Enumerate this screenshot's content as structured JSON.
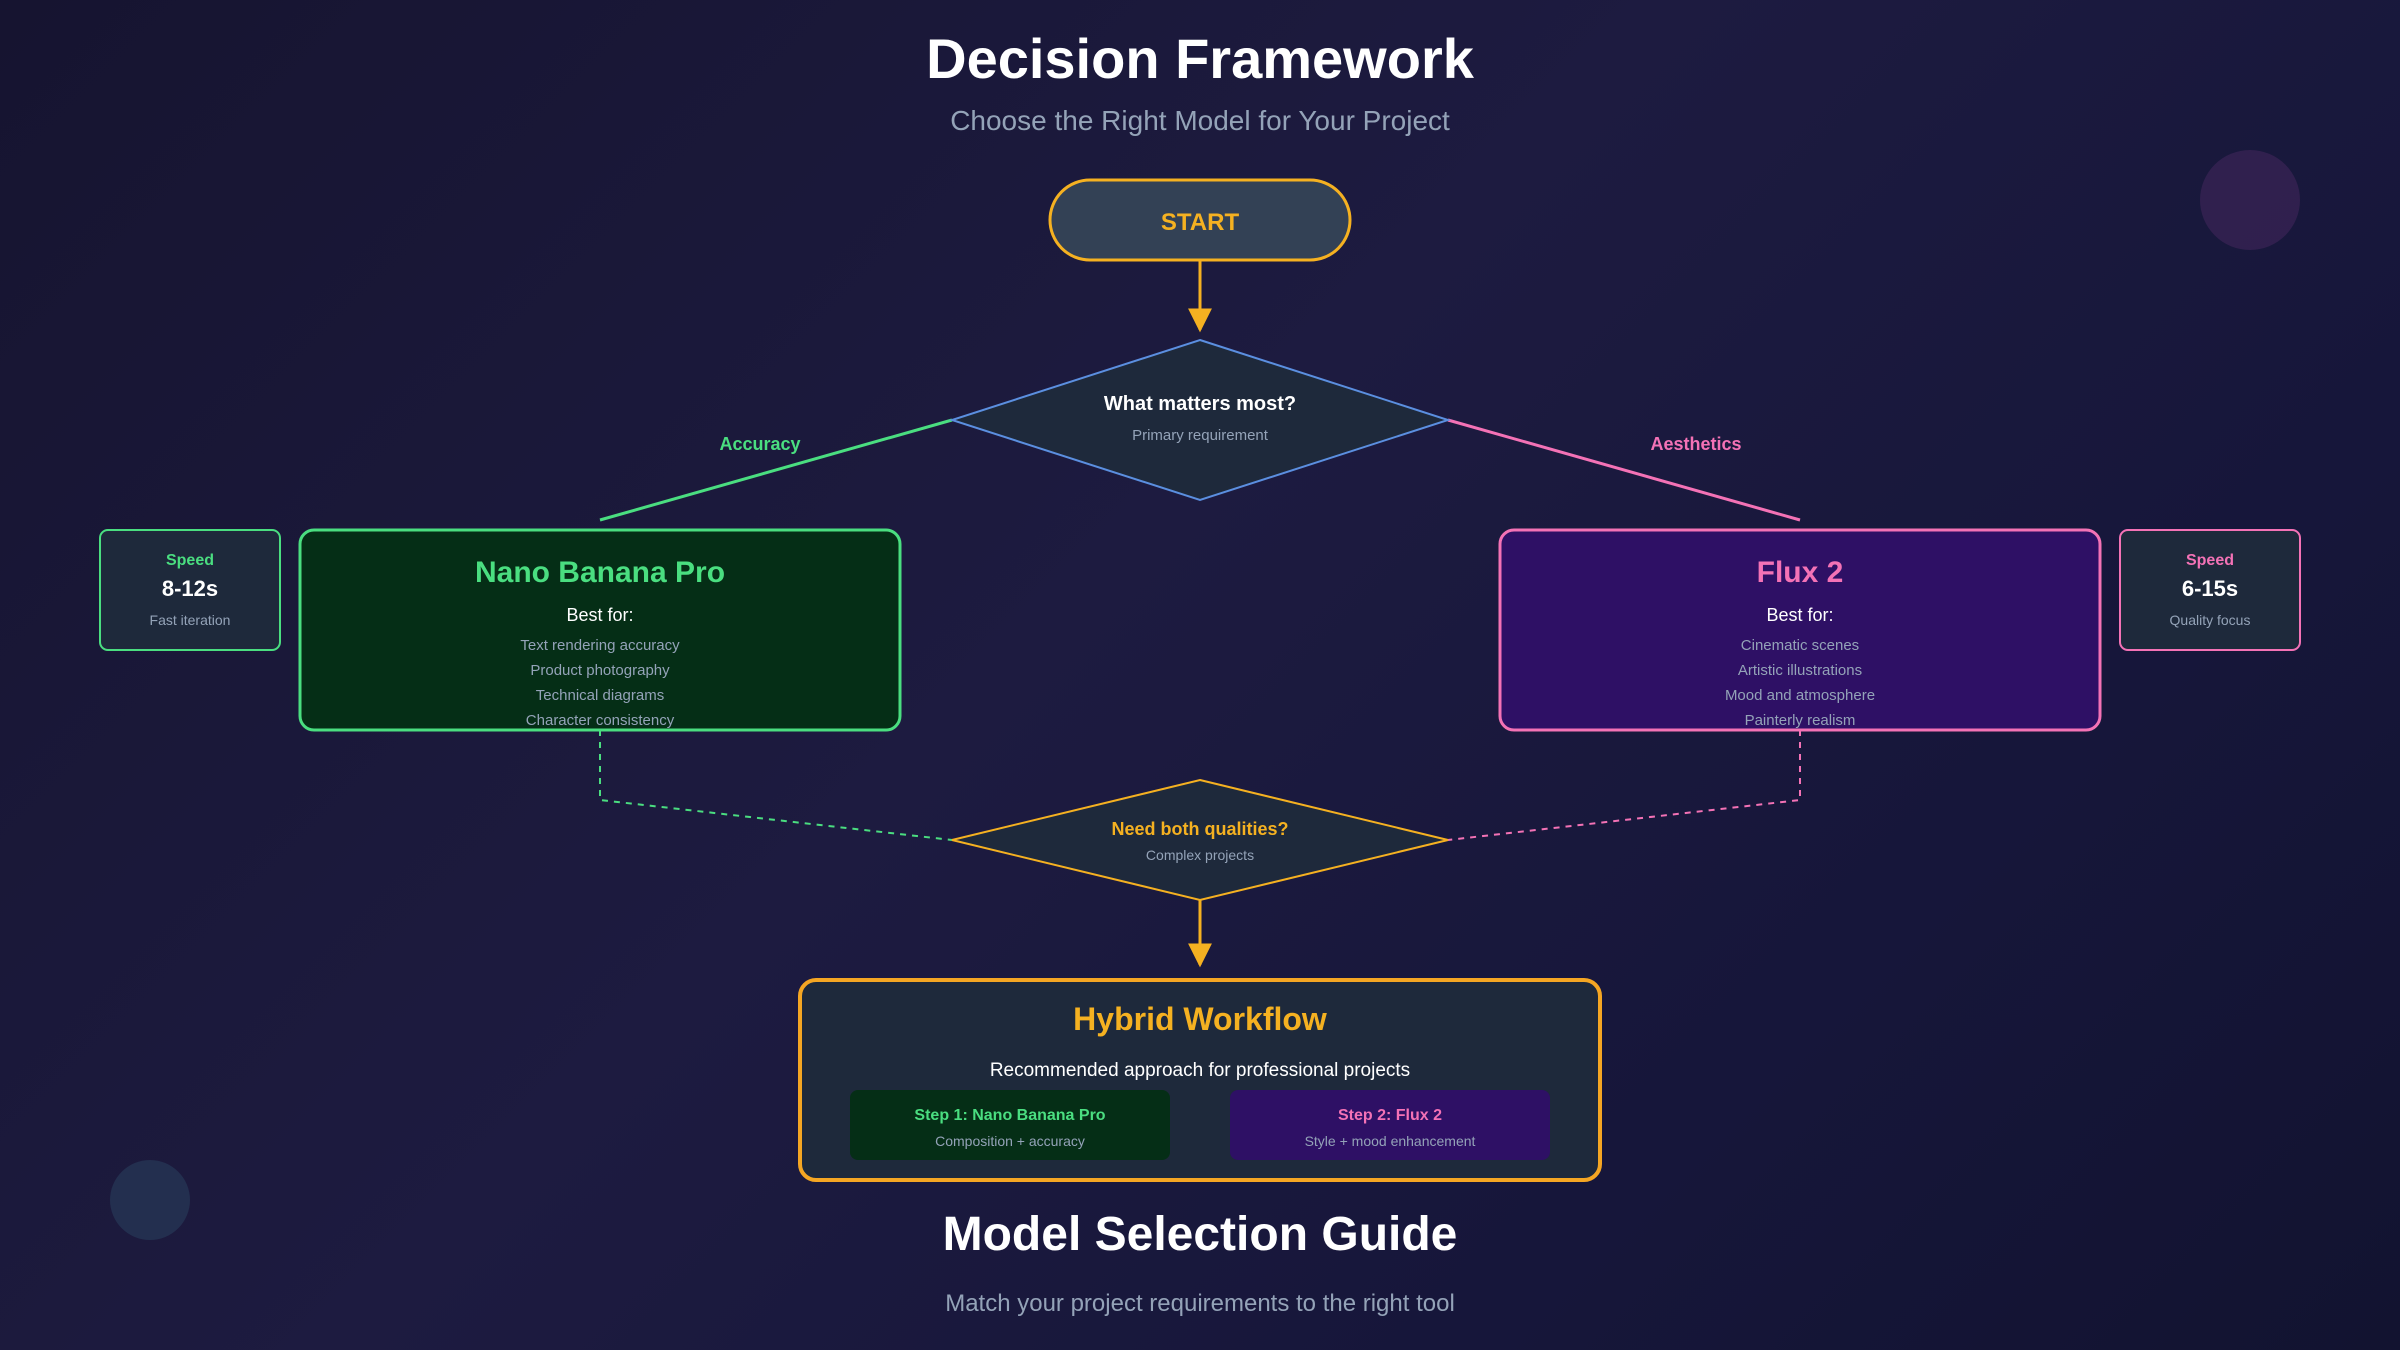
{
  "header": {
    "title": "Decision Framework",
    "subtitle": "Choose the Right Model for Your Project"
  },
  "start": {
    "label": "START"
  },
  "decision1": {
    "question": "What matters most?",
    "caption": "Primary requirement"
  },
  "branch_left": {
    "label": "Accuracy"
  },
  "branch_right": {
    "label": "Aesthetics"
  },
  "left_model": {
    "name": "Nano Banana Pro",
    "best_for_label": "Best for:",
    "items": [
      "Text rendering accuracy",
      "Product photography",
      "Technical diagrams",
      "Character consistency"
    ],
    "speed": {
      "label": "Speed",
      "value": "8-12s",
      "note": "Fast iteration"
    }
  },
  "right_model": {
    "name": "Flux 2",
    "best_for_label": "Best for:",
    "items": [
      "Cinematic scenes",
      "Artistic illustrations",
      "Mood and atmosphere",
      "Painterly realism"
    ],
    "speed": {
      "label": "Speed",
      "value": "6-15s",
      "note": "Quality focus"
    }
  },
  "decision2": {
    "question": "Need both qualities?",
    "caption": "Complex projects"
  },
  "hybrid": {
    "title": "Hybrid Workflow",
    "subtitle": "Recommended approach for professional projects",
    "steps": [
      {
        "title": "Step 1: Nano Banana Pro",
        "caption": "Composition + accuracy"
      },
      {
        "title": "Step 2: Flux 2",
        "caption": "Style + mood enhancement"
      }
    ]
  },
  "footer": {
    "title": "Model Selection Guide",
    "subtitle": "Match your project requirements to the right tool"
  },
  "colors": {
    "orange": "#f5b121",
    "green": "#4ade80",
    "pink": "#f472b6",
    "blue": "#5b8fe0",
    "green_fill": "#052e16",
    "purple_fill": "#2e1065",
    "slate_fill": "#1e293b"
  }
}
